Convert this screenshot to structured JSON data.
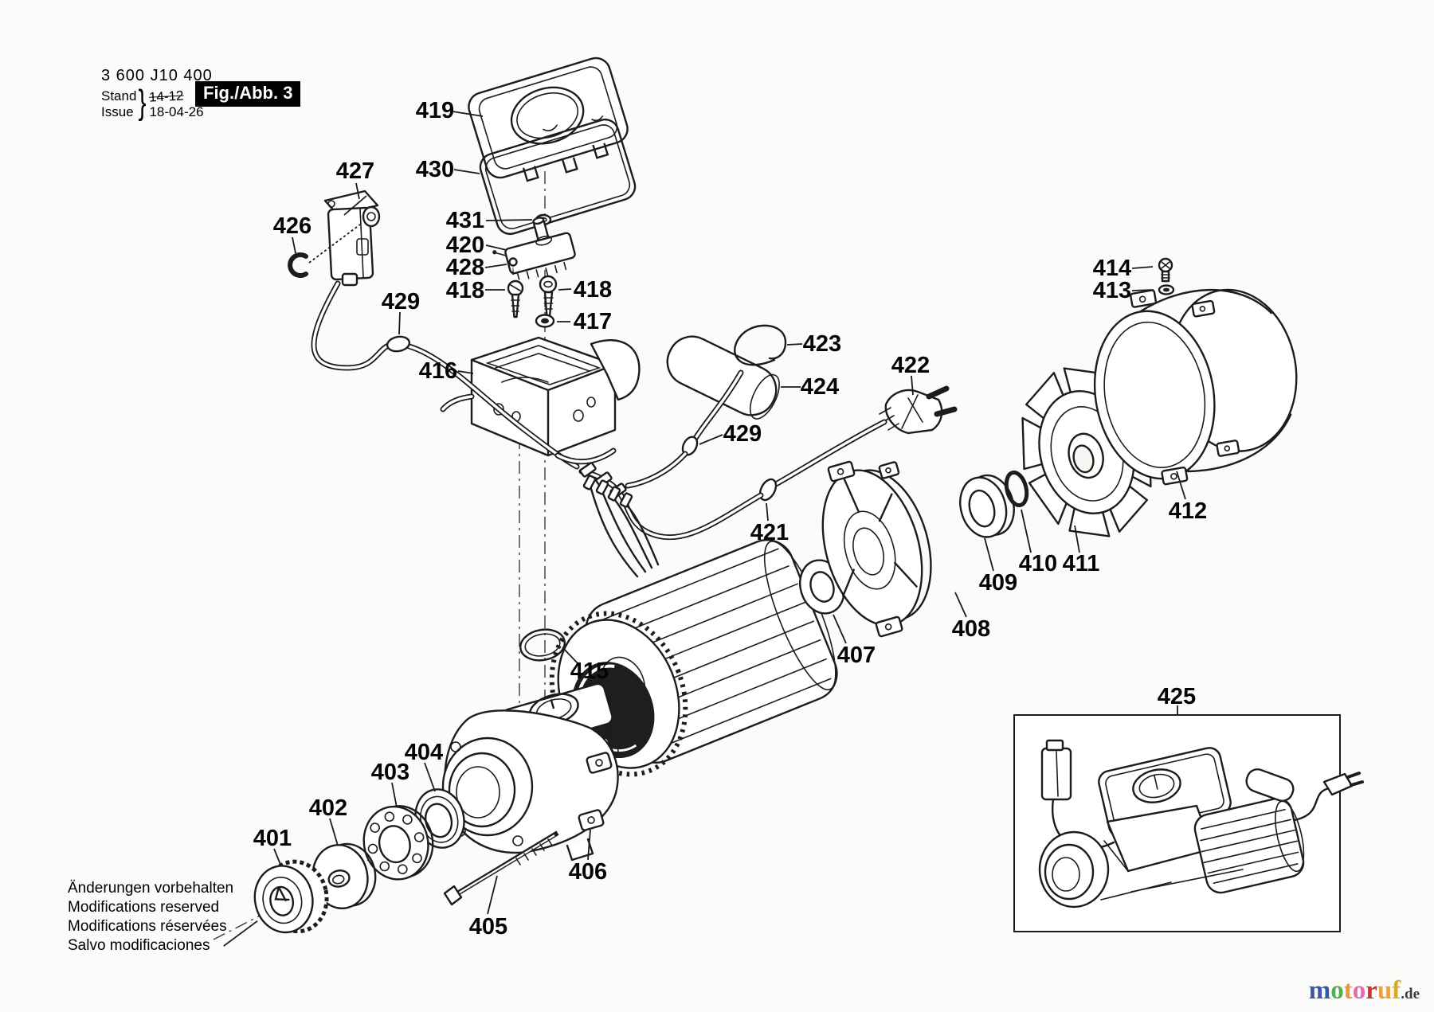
{
  "header": {
    "part_number": "3 600 J10 400",
    "stand_label": "Stand",
    "issue_label": "Issue",
    "brace": "}",
    "superseded_date": "14-12",
    "issue_date": "18-04-26",
    "figure_label": "Fig./Abb. 3"
  },
  "notes": {
    "lines": [
      "Änderungen vorbehalten",
      "Modifications reserved",
      "Modifications réservées",
      "Salvo modificaciones"
    ]
  },
  "watermark": {
    "letters": [
      {
        "char": "m",
        "color": "#3a57a7"
      },
      {
        "char": "o",
        "color": "#4fae52"
      },
      {
        "char": "t",
        "color": "#ef9434"
      },
      {
        "char": "o",
        "color": "#e06bb2"
      },
      {
        "char": "r",
        "color": "#cc3330"
      },
      {
        "char": "u",
        "color": "#e8a13c"
      },
      {
        "char": "f",
        "color": "#d9a928"
      }
    ],
    "suffix": ".de",
    "suffix_color": "#3c3c3c"
  },
  "colors": {
    "line": "#1c1c1c",
    "badge_bg": "#000000",
    "badge_fg": "#ffffff",
    "background": "#fbfbf9"
  },
  "callouts": {
    "c401": {
      "text": "401"
    },
    "c402": {
      "text": "402"
    },
    "c403": {
      "text": "403"
    },
    "c404": {
      "text": "404"
    },
    "c405": {
      "text": "405"
    },
    "c406": {
      "text": "406"
    },
    "c407": {
      "text": "407"
    },
    "c408": {
      "text": "408"
    },
    "c409": {
      "text": "409"
    },
    "c410": {
      "text": "410"
    },
    "c411": {
      "text": "411"
    },
    "c412": {
      "text": "412"
    },
    "c413": {
      "text": "413"
    },
    "c414": {
      "text": "414"
    },
    "c415": {
      "text": "415"
    },
    "c416": {
      "text": "416"
    },
    "c417": {
      "text": "417"
    },
    "c418a": {
      "text": "418"
    },
    "c418b": {
      "text": "418"
    },
    "c419": {
      "text": "419"
    },
    "c420": {
      "text": "420"
    },
    "c421": {
      "text": "421"
    },
    "c422": {
      "text": "422"
    },
    "c423": {
      "text": "423"
    },
    "c424": {
      "text": "424"
    },
    "c425": {
      "text": "425"
    },
    "c426": {
      "text": "426"
    },
    "c427": {
      "text": "427"
    },
    "c428": {
      "text": "428"
    },
    "c429a": {
      "text": "429"
    },
    "c429b": {
      "text": "429"
    },
    "c430": {
      "text": "430"
    },
    "c431": {
      "text": "431"
    }
  }
}
